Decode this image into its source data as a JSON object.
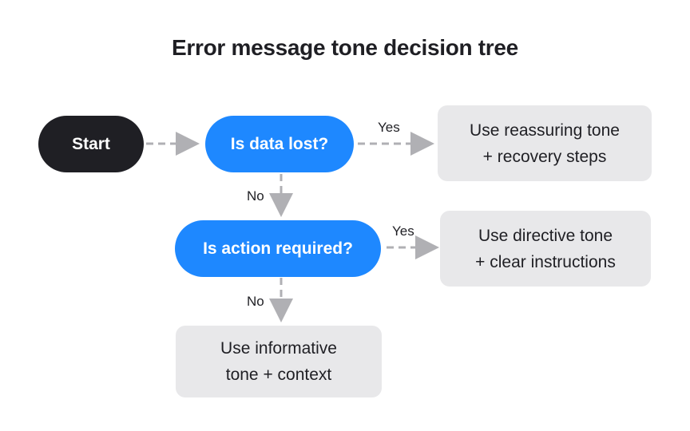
{
  "title": "Error message tone decision tree",
  "colors": {
    "start": "#1f1f24",
    "decision": "#1e88ff",
    "outcome": "#e8e8ea",
    "connector": "#b0b0b4",
    "text_dark": "#1f1f24",
    "text_light": "#ffffff"
  },
  "nodes": {
    "start": {
      "label": "Start"
    },
    "q1": {
      "label": "Is data lost?"
    },
    "q2": {
      "label": "Is action required?"
    },
    "o1": {
      "line1": "Use reassuring tone",
      "line2": "+ recovery steps"
    },
    "o2": {
      "line1": "Use directive tone",
      "line2": "+ clear instructions"
    },
    "o3": {
      "line1": "Use informative",
      "line2": "tone + context"
    }
  },
  "edges": {
    "q1_yes": "Yes",
    "q1_no": "No",
    "q2_yes": "Yes",
    "q2_no": "No"
  }
}
